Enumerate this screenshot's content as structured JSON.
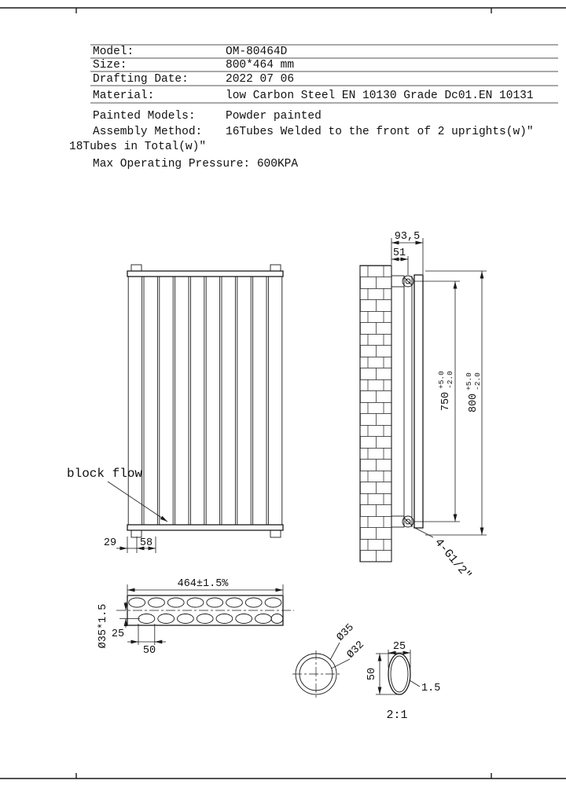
{
  "drawing": {
    "title_block": {
      "rows": [
        {
          "label": "Model:",
          "value": "OM-80464D"
        },
        {
          "label": "Size:",
          "value": "800*464 mm"
        },
        {
          "label": "Drafting Date:",
          "value": "2022 07 06"
        },
        {
          "label": "Material:",
          "value": "low Carbon Steel  EN 10130 Grade Dc01.EN 10131"
        },
        {
          "label": "Painted Models:",
          "value": "Powder painted"
        },
        {
          "label": "Assembly Method:",
          "value": "16Tubes Welded to the front of 2 uprights(w)\""
        }
      ],
      "note_tubes_total": "18Tubes in Total(w)\"",
      "note_pressure": "Max Operating Pressure: 600KPA"
    },
    "front_view": {
      "dim_29": "29",
      "dim_58": "58",
      "block_flow": "block flow"
    },
    "side_view": {
      "dim_93_5": "93,5",
      "dim_51": "51",
      "dim_750": "750",
      "dim_750_tol_up": "+5.0",
      "dim_750_tol_dn": "-2.0",
      "dim_800": "800",
      "dim_800_tol_up": "+5.0",
      "dim_800_tol_dn": "-2.0",
      "thread": "4-G1/2\""
    },
    "top_view": {
      "dim_width": "464±1.5%",
      "tube_spec": "Ø35*1.5",
      "dim_25": "25",
      "dim_50": "50"
    },
    "details": {
      "dia_outer": "Ø35",
      "dia_inner": "Ø32",
      "oval_w": "25",
      "oval_h": "50",
      "wall": "1.5",
      "scale": "2:1"
    }
  }
}
